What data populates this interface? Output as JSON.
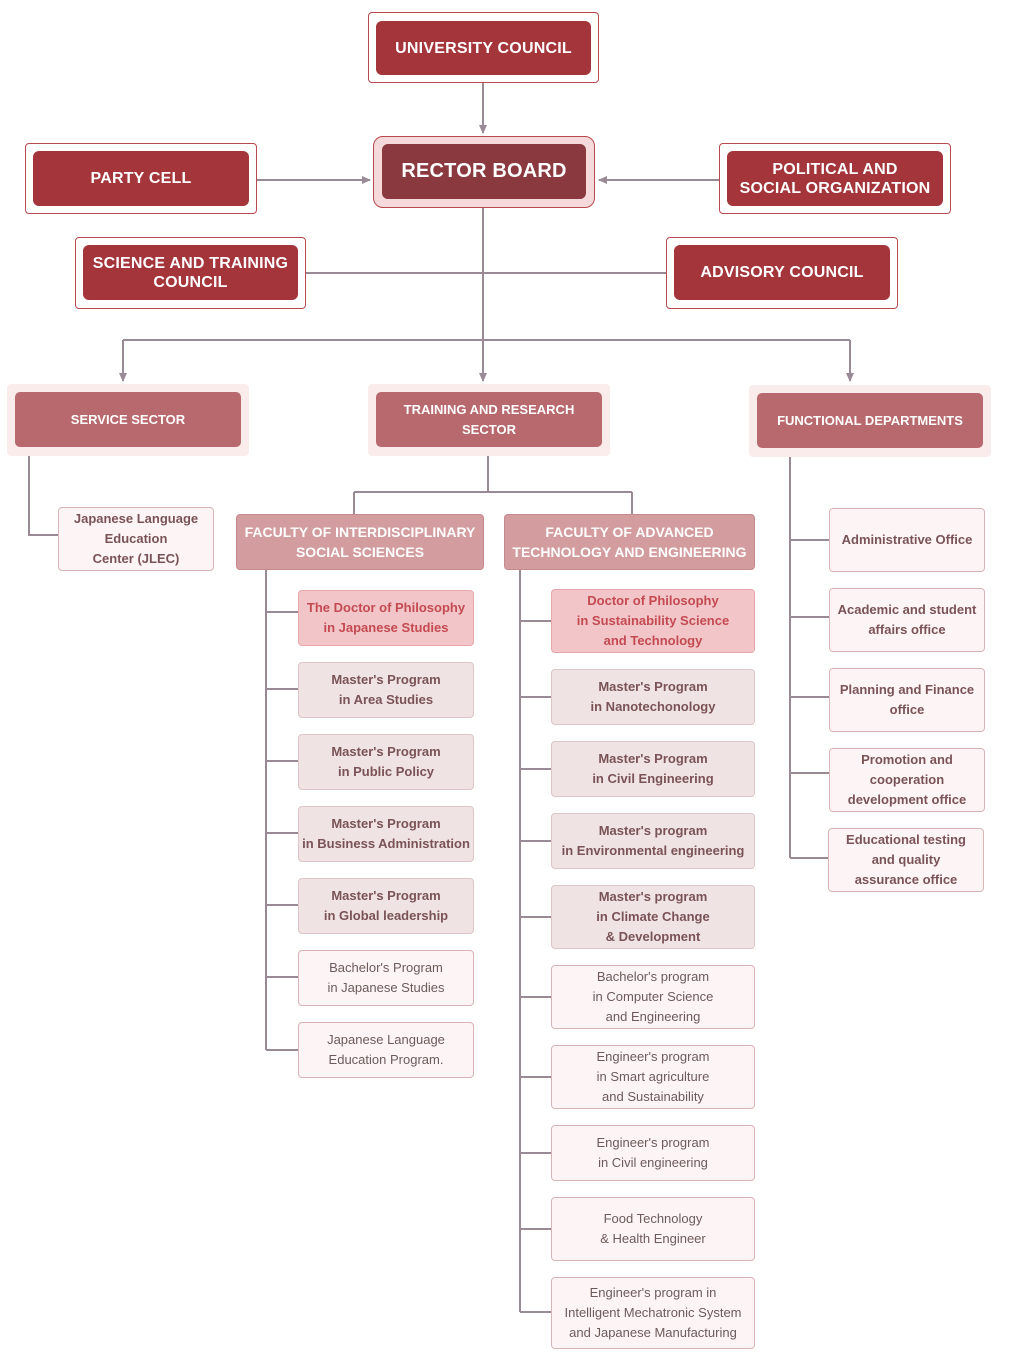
{
  "top": {
    "university_council": "UNIVERSITY COUNCIL",
    "party_cell": "PARTY CELL",
    "rector_board": "RECTOR BOARD",
    "political_social": "POLITICAL AND\nSOCIAL ORGANIZATION",
    "science_training": "SCIENCE AND TRAINING\nCOUNCIL",
    "advisory_council": "ADVISORY COUNCIL"
  },
  "sectors": {
    "service": "SERVICE SECTOR",
    "training": "TRAINING AND RESEARCH\nSECTOR",
    "functional": "FUNCTIONAL DEPARTMENTS"
  },
  "service_units": [
    "Japanese Language\nEducation\nCenter (JLEC)"
  ],
  "faculties": {
    "interdisciplinary": {
      "title": "FACULTY OF INTERDISCIPLINARY\nSOCIAL SCIENCES",
      "programs": [
        "The Doctor of Philosophy\nin Japanese Studies",
        "Master's Program\nin Area Studies",
        "Master's Program\nin Public Policy",
        "Master's Program\nin Business Administration",
        "Master's Program\nin Global leadership",
        "Bachelor's Program\nin Japanese Studies",
        "Japanese Language\nEducation Program."
      ]
    },
    "advanced": {
      "title": "FACULTY OF ADVANCED\nTECHNOLOGY AND ENGINEERING",
      "programs": [
        "Doctor of Philosophy\nin Sustainability Science\nand Technology",
        "Master's Program\nin Nanotechonology",
        "Master's Program\nin Civil Engineering",
        "Master's program\nin Environmental engineering",
        "Master's program\nin Climate Change\n& Development",
        "Bachelor's program\nin Computer Science\nand Engineering",
        "Engineer's program\nin Smart agriculture\nand Sustainability",
        "Engineer's program\nin Civil engineering",
        "Food Technology\n& Health Engineer",
        "Engineer's program in\nIntelligent Mechatronic System\nand Japanese Manufacturing"
      ]
    }
  },
  "functional_units": [
    "Administrative Office",
    "Academic and student\naffairs office",
    "Planning and Finance\noffice",
    "Promotion and\ncooperation\ndevelopment office",
    "Educational testing\nand quality\nassurance office"
  ],
  "colors": {
    "primary": "#a3353b",
    "rector": "#8a3a3f",
    "sector": "#b8696d",
    "faculty": "#d39c9f",
    "line": "#9a8a96"
  }
}
